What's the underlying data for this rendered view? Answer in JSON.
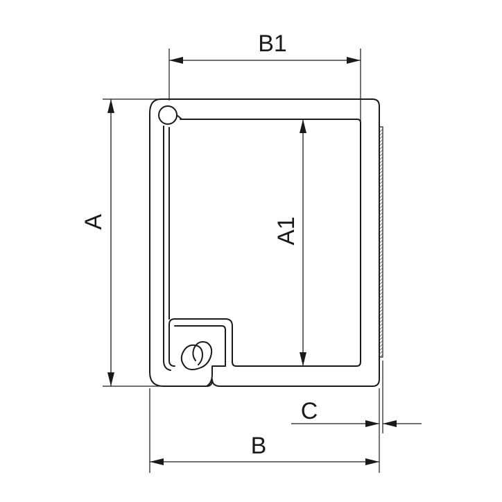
{
  "labels": {
    "b1": "B1",
    "a": "A",
    "a1": "A1",
    "b": "B",
    "c": "C"
  },
  "colors": {
    "line": "#1a1a1a",
    "background": "#ffffff"
  }
}
